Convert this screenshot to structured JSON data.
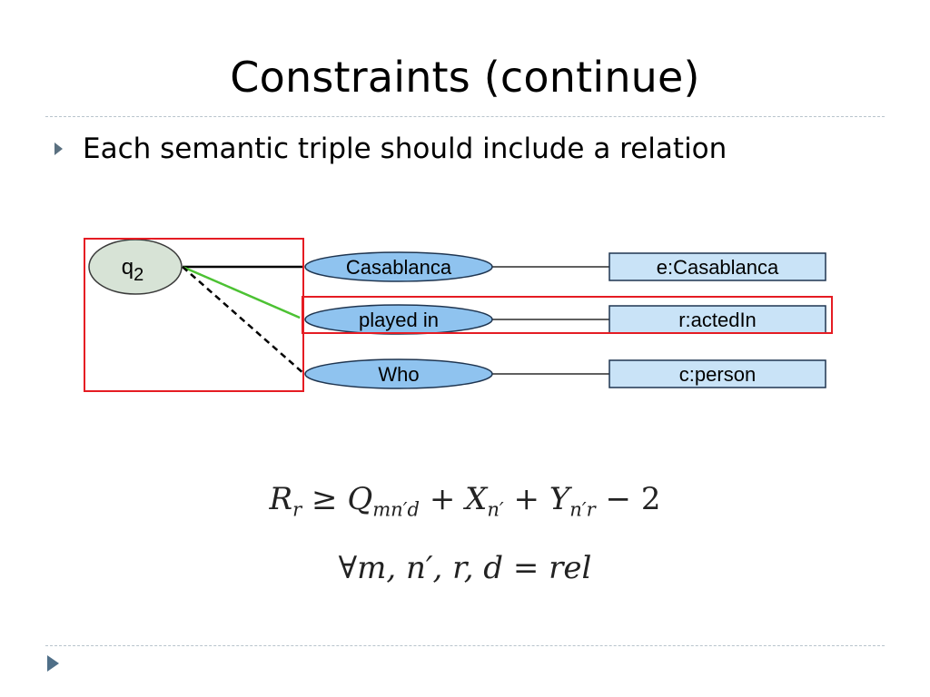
{
  "slide": {
    "title": "Constraints (continue)",
    "bullet": "Each semantic triple should include a relation"
  },
  "diagram": {
    "query_node": {
      "label": "q",
      "subscript": "2"
    },
    "mentions": [
      "Casablanca",
      "played in",
      "Who"
    ],
    "entities": [
      "e:Casablanca",
      "r:actedIn",
      "c:person"
    ],
    "colors": {
      "query_fill": "#d7e3d6",
      "mention_fill": "#8fc3ef",
      "entity_fill": "#c9e3f7",
      "highlight": "#e51c23",
      "green_edge": "#4cc233"
    }
  },
  "formula": {
    "line1": {
      "R": "R",
      "R_sub": "r",
      "geq": " ≥ ",
      "Q": "Q",
      "Q_sub": "mn′d",
      "plus1": " + ",
      "X": "X",
      "X_sub": "n′",
      "plus2": " + ",
      "Y": "Y",
      "Y_sub": "n′r",
      "minus": " − 2"
    },
    "line2": "∀m, n′, r, d = rel"
  }
}
